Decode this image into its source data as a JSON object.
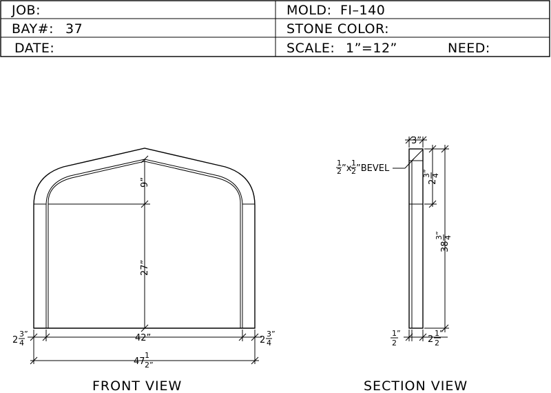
{
  "title_block": {
    "job_label": "JOB:",
    "mold_label": "MOLD:",
    "mold_value": "FI–140",
    "bay_label": "BAY#:",
    "bay_value": "37",
    "stone_color_label": "STONE COLOR:",
    "date_label": "DATE:",
    "scale_label": "SCALE:",
    "scale_value": "1”=12”",
    "need_label": "NEED:"
  },
  "front_view": {
    "caption": "FRONT VIEW",
    "dim_top": "9”",
    "dim_height": "27”",
    "dim_inner_width": "42”",
    "dim_overall_whole": "47",
    "dim_overall_num": "1",
    "dim_overall_den": "2”",
    "dim_left_whole": "2",
    "dim_left_num": "3”",
    "dim_left_den": "4",
    "dim_right_whole": "2",
    "dim_right_num": "3”",
    "dim_right_den": "4"
  },
  "section_view": {
    "caption": "SECTION VIEW",
    "dim_top_width": "3”",
    "bevel_num1": "1",
    "bevel_den1": "2",
    "bevel_x": "”x",
    "bevel_num2": "1",
    "bevel_den2": "2",
    "bevel_text": "”BEVEL",
    "dim_head_whole": "2",
    "dim_head_num": "3”",
    "dim_head_den": "4",
    "dim_total_whole": "38",
    "dim_total_num": "3”",
    "dim_total_den": "4",
    "dim_reveal_num": "1”",
    "dim_reveal_den": "2",
    "dim_depth_whole": "2",
    "dim_depth_num": "1”",
    "dim_depth_den": "2"
  }
}
